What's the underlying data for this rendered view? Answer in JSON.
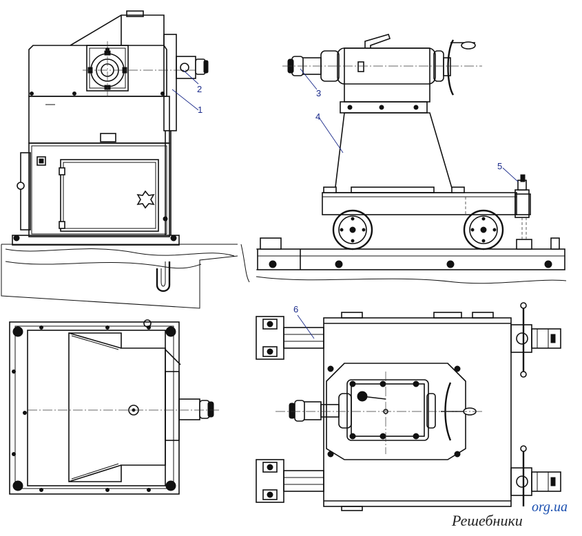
{
  "callouts": [
    {
      "label": "1"
    },
    {
      "label": "2"
    },
    {
      "label": "3"
    },
    {
      "label": "4"
    },
    {
      "label": "5"
    },
    {
      "label": "6"
    }
  ],
  "watermark": {
    "main": "Решебники",
    "domain": "org.ua"
  }
}
